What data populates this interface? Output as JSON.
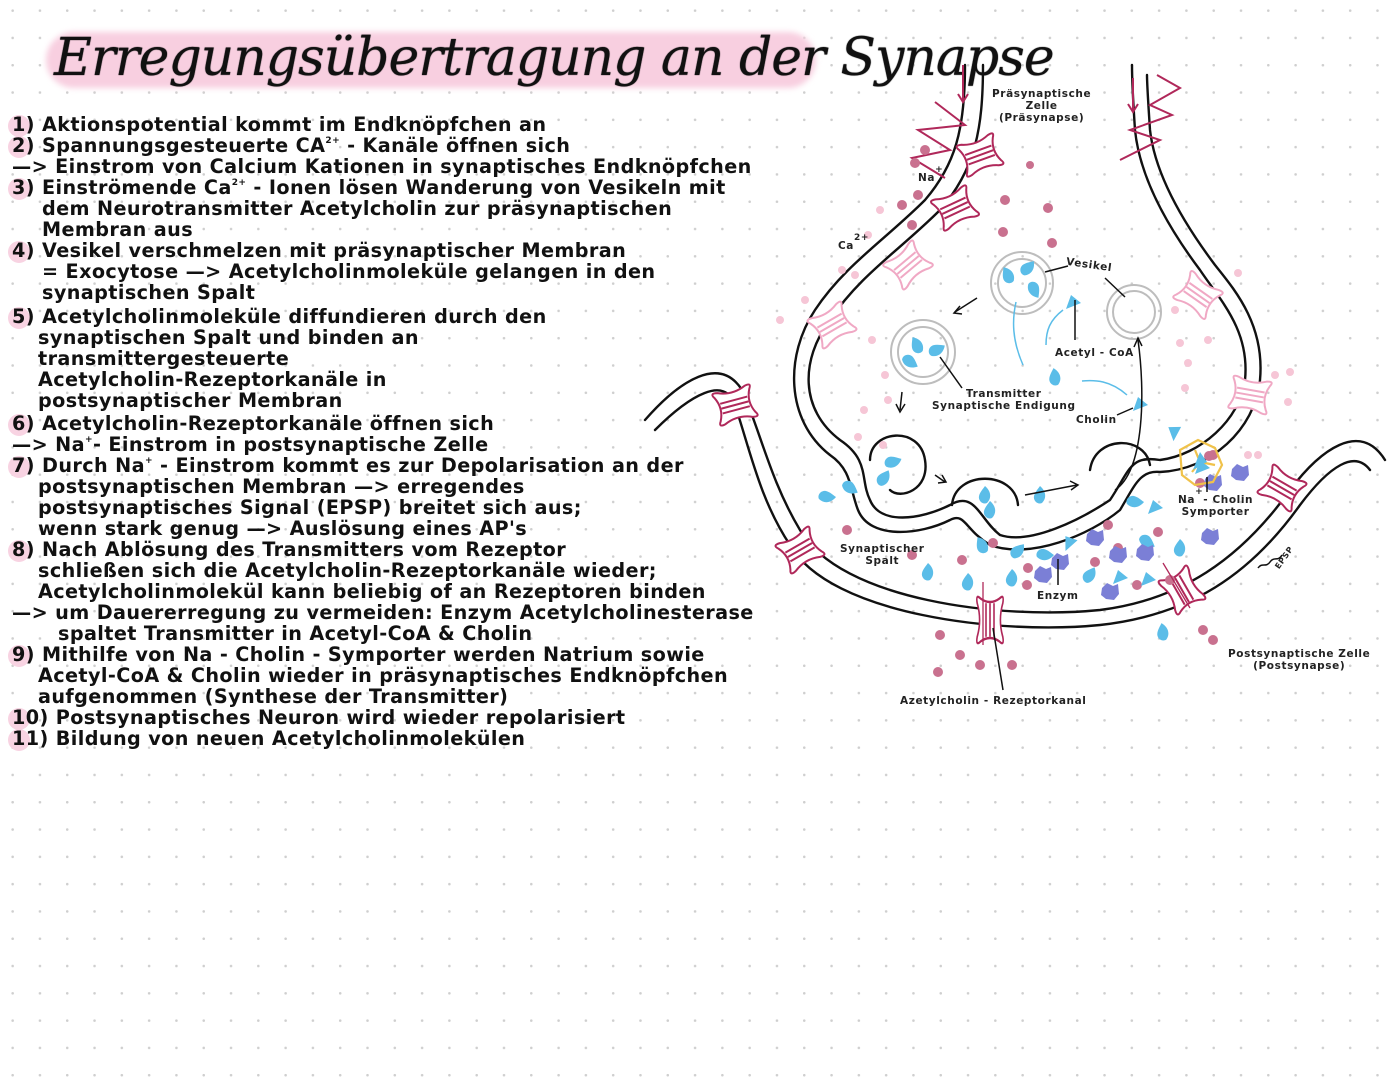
{
  "title": "Erregungsübertragung an der Synapse",
  "steps": [
    {
      "num": "1)",
      "lines": [
        "Aktionspotential kommt im Endknöpfchen an"
      ]
    },
    {
      "num": "2)",
      "lines": [
        "Spannungsgesteuerte CA",
        "2+",
        " - Kanäle öffnen sich"
      ],
      "arrow_line": "Einstrom von Calcium Kationen in synaptisches Endknöpfchen"
    },
    {
      "num": "3)",
      "lines": [
        "Einströmende Ca",
        "2+",
        " - Ionen lösen Wanderung von Vesikeln mit",
        "dem Neurotransmitter Acetylcholin zur präsynaptischen",
        "Membran aus"
      ]
    },
    {
      "num": "4)",
      "lines": [
        "Vesikel verschmelzen mit präsynaptischer Membran",
        "= Exocytose ",
        "Acetylcholinmoleküle gelangen in den",
        "synaptischen Spalt"
      ]
    },
    {
      "num": "5)",
      "lines": [
        "Acetylcholinmoleküle diffundieren durch den",
        "synaptischen Spalt und binden an",
        "transmittergesteuerte",
        "Acetylcholin-Rezeptorkanäle in",
        "postsynaptischer Membran"
      ]
    },
    {
      "num": "6)",
      "lines": [
        "Acetylcholin-Rezeptorkanäle  öffnen sich"
      ],
      "arrow_line_a": "Na",
      "arrow_line_sup": "+",
      "arrow_line_b": "- Einstrom in postsynaptische Zelle"
    },
    {
      "num": "7)",
      "lines": [
        "Durch Na",
        "+",
        " - Einstrom kommt es zur Depolarisation an der",
        "postsynaptischen Membran ",
        "erregendes",
        "postsynaptisches Signal (EPSP) breitet sich aus;",
        "wenn stark genug ",
        "Auslösung eines AP's"
      ]
    },
    {
      "num": "8)",
      "lines": [
        "Nach Ablösung des Transmitters vom Rezeptor",
        "schließen sich die Acetylcholin-Rezeptorkanäle wieder;",
        "Acetylcholinmolekül kann beliebig of an Rezeptoren binden"
      ],
      "arrow_line": "um Dauererregung zu vermeiden: Enzym Acetylcholinesterase",
      "arrow_cont": "spaltet Transmitter in Acetyl-CoA & Cholin"
    },
    {
      "num": "9)",
      "lines": [
        "Mithilfe von Na - Cholin - Symporter werden Natrium sowie",
        "Acetyl-CoA & Cholin wieder in präsynaptisches Endknöpfchen",
        "aufgenommen (Synthese der Transmitter)"
      ]
    },
    {
      "num": "10)",
      "lines": [
        "Postsynaptisches Neuron wird wieder repolarisiert"
      ]
    },
    {
      "num": "11)",
      "lines": [
        "Bildung von neuen Acetylcholinmolekülen"
      ]
    }
  ],
  "arrow_glyph": "—>",
  "diagram": {
    "labels": {
      "presynaptic": "Präsynaptische",
      "presynaptic_2": "Zelle",
      "presynaptic_3": "(Präsynapse)",
      "na": "Na",
      "na_sup": "+",
      "ca": "Ca",
      "ca_sup": "2+",
      "vesikel": "Vesikel",
      "acetyl_coa": "Acetyl - CoA",
      "transmitter": "Transmitter",
      "synaptic_ending": "Synaptische Endigung",
      "cholin": "Cholin",
      "symporter_1": "Na",
      "symporter_sup": "+",
      "symporter_2": "- Cholin",
      "symporter_3": "Symporter",
      "synaptic_cleft_1": "Synaptischer",
      "synaptic_cleft_2": "Spalt",
      "enzym": "Enzym",
      "epsp": "EPSP",
      "receptor_channel": "Azetylcholin - Rezeptorkanal",
      "postsynaptic_1": "Postsynaptische Zelle",
      "postsynaptic_2": "(Postsynapse)"
    },
    "colors": {
      "membrane": "#111111",
      "channel": "#b0285a",
      "channel_light": "#f0a8c4",
      "ion": "#c9718f",
      "ion_light": "#f6c6d6",
      "transmitter": "#5bbde8",
      "enzyme": "#7b7fd6",
      "symporter": "#f0c24a",
      "vesicle": "#bdbdbd",
      "highlight": "#f8cfe0"
    }
  }
}
